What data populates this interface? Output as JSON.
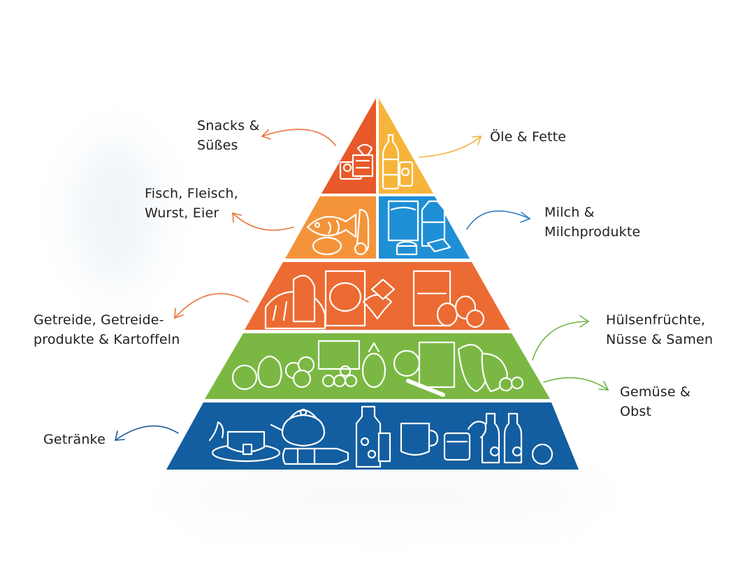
{
  "pyramid": {
    "tiers": [
      {
        "id": "top",
        "sections": [
          {
            "id": "snacks",
            "color": "#e8592a",
            "label_lines": [
              "Snacks &",
              "Süßes"
            ]
          },
          {
            "id": "oils",
            "color": "#f6b53a",
            "label_lines": [
              "Öle & Fette"
            ]
          }
        ]
      },
      {
        "id": "second",
        "sections": [
          {
            "id": "meat",
            "color": "#f4943a",
            "label_lines": [
              "Fisch, Fleisch,",
              "Wurst, Eier"
            ]
          },
          {
            "id": "dairy",
            "color": "#1f8fd6",
            "label_lines": [
              "Milch &",
              "Milchprodukte"
            ]
          }
        ]
      },
      {
        "id": "third",
        "sections": [
          {
            "id": "grains",
            "color": "#ec6b33",
            "label_lines": [
              "Getreide, Getreide-",
              "produkte & Kartoffeln"
            ]
          }
        ]
      },
      {
        "id": "fourth",
        "sections": [
          {
            "id": "legumes",
            "color": "#7ab843",
            "label_lines": [
              "Hülsenfrüchte,",
              "Nüsse & Samen"
            ]
          },
          {
            "id": "veg",
            "color": "#7ab843",
            "label_lines": [
              "Gemüse &",
              "Obst"
            ]
          }
        ]
      },
      {
        "id": "bottom",
        "sections": [
          {
            "id": "drinks",
            "color": "#135ea0",
            "label_lines": [
              "Getränke"
            ]
          }
        ]
      }
    ],
    "icon_names": [
      "candy-icon",
      "oil-bottle-icon",
      "fish-icon",
      "milk-carton-icon",
      "bread-icon",
      "vegetables-icon",
      "teapot-icon",
      "water-bottle-icon"
    ],
    "arrow_colors": {
      "orange": "#e9743a",
      "yellow": "#f3b13c",
      "blue": "#2e7fc6",
      "green": "#6fb347",
      "navy": "#1e5a9a"
    }
  }
}
